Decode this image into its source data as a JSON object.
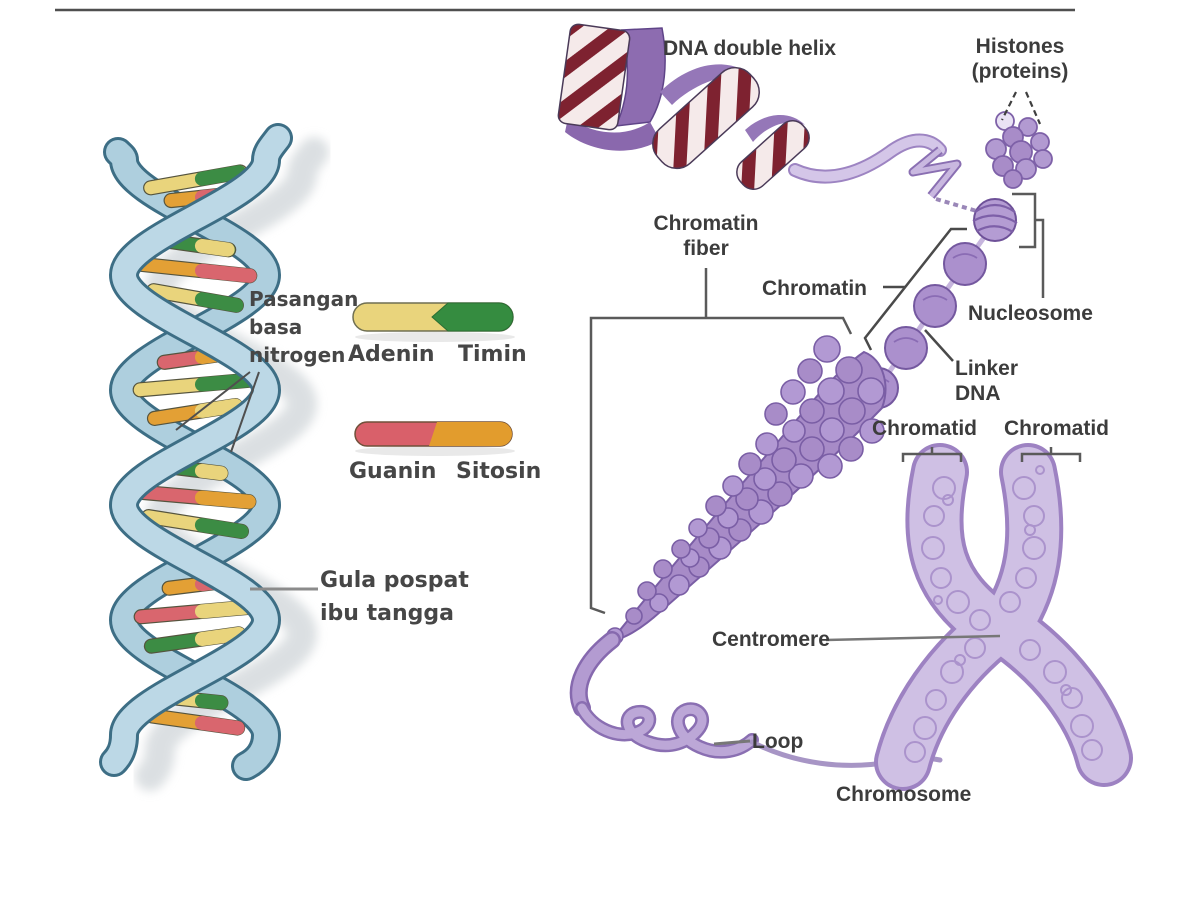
{
  "left_diagram": {
    "base_pair_label": {
      "line1": "Pasangan",
      "line2": "basa",
      "line3": "nitrogen"
    },
    "backbone_label": {
      "line1": "Gula pospat",
      "line2": "ibu tangga"
    },
    "legend": [
      {
        "left_label": "Adenin",
        "right_label": "Timin",
        "left_color": "#e9d47c",
        "right_color": "#358c40"
      },
      {
        "left_label": "Guanin",
        "right_label": "Sitosin",
        "left_color": "#d9606a",
        "right_color": "#e29c2d"
      }
    ],
    "colors": {
      "ribbon": "#b9d6e4",
      "ribbon_edge": "#3d6e85",
      "rung_yellow": "#e9d47c",
      "rung_green": "#3c8c44",
      "rung_orange": "#e3a035",
      "rung_pink": "#d9666e"
    }
  },
  "right_diagram": {
    "labels": {
      "dna_double_helix": "DNA double helix",
      "histones_line1": "Histones",
      "histones_line2": "(proteins)",
      "chromatin_fiber_line1": "Chromatin",
      "chromatin_fiber_line2": "fiber",
      "chromatin": "Chromatin",
      "nucleosome": "Nucleosome",
      "linker_dna_line1": "Linker",
      "linker_dna_line2": "DNA",
      "chromatid_left": "Chromatid",
      "chromatid_right": "Chromatid",
      "centromere": "Centromere",
      "loop": "Loop",
      "chromosome": "Chromosome"
    },
    "colors": {
      "bead": "#ab90cd",
      "bead_outline": "#74589f",
      "chromosome_body": "#cfc0e4",
      "chromosome_outline": "#9d82c2",
      "stripe_red": "#7e2230",
      "ribbon_purple": "#9577b8"
    }
  }
}
